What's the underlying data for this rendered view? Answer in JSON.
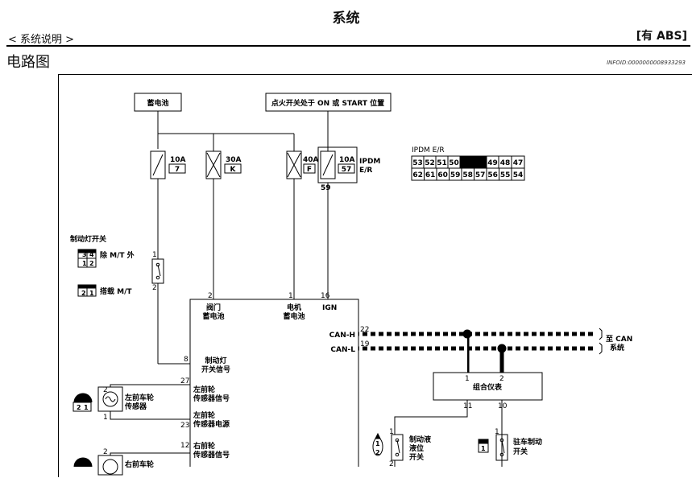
{
  "header": {
    "title": "系统",
    "breadcrumb": "< 系统说明 >",
    "badge": "[有 ABS]"
  },
  "section": {
    "title": "电路图",
    "info_id": "INFOID:0000000008933293"
  },
  "diagram": {
    "battery": "蓄电池",
    "ignition": "点火开关处于 ON 或 START 位置",
    "fuses": [
      {
        "amp": "10A",
        "num": "7"
      },
      {
        "amp": "30A",
        "num": "K"
      },
      {
        "amp": "40A",
        "num": "F"
      },
      {
        "amp": "10A",
        "num": "57"
      }
    ],
    "ipdm_label_1": "IPDM",
    "ipdm_label_2": "E/R",
    "ipdm_pin": "59",
    "ipdm_conn_title": "IPDM E/R",
    "ipdm_row1": [
      "53",
      "52",
      "51",
      "50",
      "",
      "49",
      "48",
      "47"
    ],
    "ipdm_row2": [
      "62",
      "61",
      "60",
      "59",
      "58",
      "57",
      "56",
      "55",
      "54"
    ],
    "brake_switch": {
      "title": "制动灯开关",
      "conn_a_top": [
        "3",
        "4"
      ],
      "conn_a_bottom": [
        "1",
        "2"
      ],
      "label_a": "除 M/T 外",
      "conn_b": [
        "2",
        "1"
      ],
      "label_b": "搭载 M/T",
      "pin_top": "1",
      "pin_bottom": "2"
    },
    "abs": {
      "pin_valve": "2",
      "valve_1": "阀门",
      "valve_2": "蓄电池",
      "pin_motor": "1",
      "motor_1": "电机",
      "motor_2": "蓄电池",
      "pin_ign": "16",
      "ign": "IGN",
      "pin_can_h": "22",
      "can_h": "CAN-H",
      "pin_can_l": "19",
      "can_l": "CAN-L",
      "pin_stop": "8",
      "stop_1": "制动灯",
      "stop_2": "开关信号",
      "pin_lf_sig": "27",
      "lf_sig_1": "左前轮",
      "lf_sig_2": "传感器信号",
      "pin_lf_pwr": "23",
      "lf_pwr_1": "左前轮",
      "lf_pwr_2": "传感器电源",
      "pin_rf_sig": "12",
      "rf_sig_1": "右前轮",
      "rf_sig_2": "传感器信号"
    },
    "can_dest_1": "至 CAN",
    "can_dest_2": "系统",
    "combo_meter": "组合仪表",
    "meter_pins": {
      "p1": "1",
      "p2": "2",
      "p11": "11",
      "p10": "10"
    },
    "lf_sensor": {
      "label": "左前车轮",
      "label2": "传感器",
      "pin_top": "2",
      "pin_bottom": "1",
      "conn": [
        "2",
        "1"
      ]
    },
    "rf_sensor": {
      "label": "右前车轮",
      "pin_top": "2"
    },
    "fluid_switch": {
      "l1": "制动液",
      "l2": "液位",
      "l3": "开关",
      "pin_top": "1",
      "pin_bottom": "2",
      "conn": [
        "1",
        "2"
      ]
    },
    "parking_switch": {
      "l1": "驻车制动",
      "l2": "开关",
      "pin": "1",
      "conn": "1"
    }
  }
}
